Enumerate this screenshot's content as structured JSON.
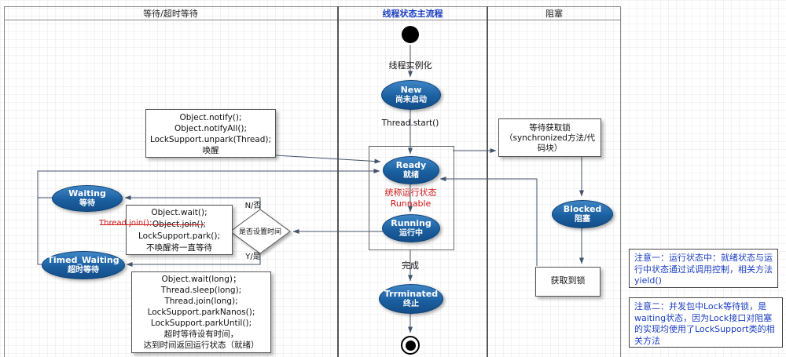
{
  "lanes": {
    "left": "等待/超时等待",
    "middle": "线程状态主流程",
    "right": "阻塞"
  },
  "nodes": {
    "new": {
      "title": "New",
      "subtitle": "尚未启动"
    },
    "ready": {
      "title": "Ready",
      "subtitle": "就绪"
    },
    "running": {
      "title": "Running",
      "subtitle": "运行中"
    },
    "terminated": {
      "title": "Trrminated",
      "subtitle": "终止"
    },
    "waiting": {
      "title": "Waiting",
      "subtitle": "等待"
    },
    "timed_waiting": {
      "title": "Timed_Waiting",
      "subtitle": "超时等待"
    },
    "blocked": {
      "title": "Blocked",
      "subtitle": "阻塞"
    }
  },
  "labels": {
    "instantiate": "线程实例化",
    "thread_start": "Thread.start()",
    "complete": "完成",
    "runnable1": "统称运行状态",
    "runnable2": "Runnable",
    "n_no": "N/否",
    "y_yes": "Y/是",
    "correction": "Thread.join();"
  },
  "boxes": {
    "notify": {
      "lines": [
        "Object.notify();",
        "Object.notifyAll();",
        "LockSupport.unpark(Thread);",
        "唤醒"
      ]
    },
    "wait": {
      "lines": [
        "Object.wait();",
        "Object.join();",
        "LockSupport.park();",
        "不唤醒将一直等待"
      ]
    },
    "timed": {
      "lines": [
        "Object.wait(long)；",
        "Thread.sleep(long);",
        "Thread.join(long);",
        "LockSupport.parkNanos();",
        "LockSupport.parkUntil();",
        "超时等待设有时间，",
        "达到时间返回运行状态（就绪）"
      ]
    },
    "decision": {
      "text": "是否设置时间"
    },
    "lock_wait": {
      "lines": [
        "等待获取锁",
        "（synchronized方法/代码块）"
      ]
    },
    "got_lock": {
      "text": "获取到锁"
    }
  },
  "notes": {
    "one": "注意一：运行状态中：就绪状态与运行中状态通过试调用控制，相关方法yield()",
    "two": "注意二：并发包中Lock等待锁，是waiting状态，因为Lock接口对阻塞的实现均使用了LockSupport类的相关方法"
  },
  "colors": {
    "node_blue": "#1b5fa0",
    "header_blue": "#1b3ec0",
    "note_blue": "#1b3ec0",
    "accent_red": "#cf1717",
    "connector": "#43536b"
  }
}
